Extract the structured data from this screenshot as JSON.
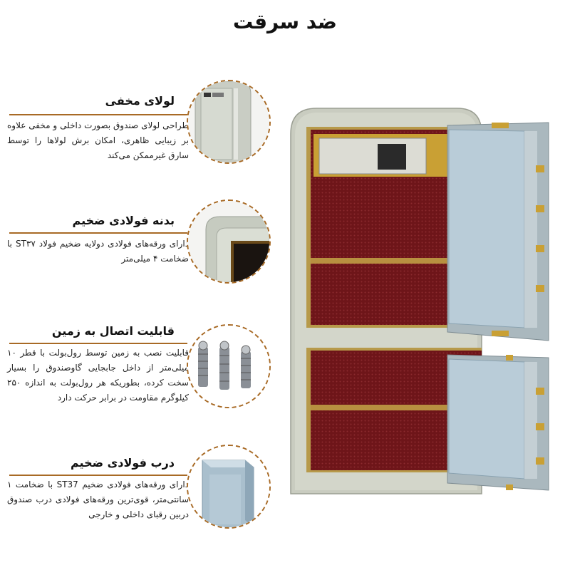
{
  "page": {
    "title": "ضد سرقت"
  },
  "features": [
    {
      "title": "لولای مخفی",
      "body": "طراحی لولای صندوق بصورت داخلی و مخفی علاوه بر زیبایی ظاهری، امکان برش لولاها را توسط سارق غیرممکن می‌کند",
      "image_icon": "hidden-hinge-detail"
    },
    {
      "title": "بدنه فولادی ضخیم",
      "body": "دارای ورقه‌های فولادی دولایه ضخیم فولاد ST۳۷ با ضخامت ۴ میلی‌متر",
      "image_icon": "steel-body-corner-detail"
    },
    {
      "title": "قابلیت اتصال به زمین",
      "body": "قابلیت نصب به زمین توسط رول‌بولت با قطر ۱۰ میلی‌متر از داخل جابجایی گاوصندوق را بسیار سخت کرده، بطوریکه هر رول‌بولت به اندازه ۲۵۰ کیلوگرم مقاومت در برابر حرکت دارد",
      "image_icon": "anchor-bolts"
    },
    {
      "title": "درب فولادی ضخیم",
      "body": "دارای ورقه‌های فولادی ضخیم ST37 با ضخامت ۱ سانتی‌متر، قوی‌ترین ورقه‌های فولادی درب صندوق دربین رقبای داخلی و خارجی",
      "image_icon": "thick-door-detail"
    }
  ],
  "colors": {
    "accent": "#a86a25",
    "safe_body": "#c9ccc0",
    "safe_door": "#b9ccd8",
    "interior": "#7a1a1f",
    "gold": "#c9a034"
  }
}
